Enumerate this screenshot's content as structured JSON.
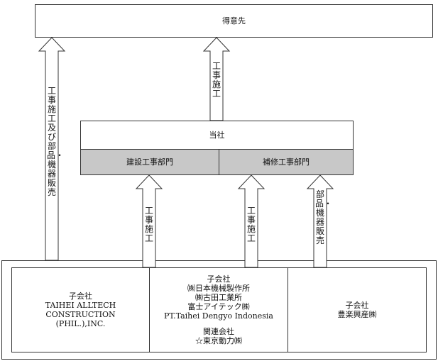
{
  "customer": "得意先",
  "company": {
    "name": "当社",
    "dept_construction": "建設工事部門",
    "dept_repair": "補修工事部門"
  },
  "arrows": {
    "left": "工事施工及び部品・機器販売",
    "top": "工事施工",
    "to_construction": "工事施工",
    "to_repair_construction": "工事施工",
    "to_repair_parts": "部品・機器販売"
  },
  "subsidiaries": {
    "left": {
      "heading": "子会社",
      "line1": "TAIHEI ALLTECH CONSTRUCTION",
      "line2": "(PHIL.),INC."
    },
    "middle": {
      "heading": "子会社",
      "line1": "㈱日本機械製作所",
      "line2": "㈱古田工業所",
      "line3": "富士アイテック㈱",
      "line4": "PT.Taihei Dengyo Indonesia",
      "affiliate_heading": "関連会社",
      "affiliate1": "☆東京動力㈱"
    },
    "right": {
      "heading": "子会社",
      "line1": "豊楽興産㈱"
    }
  }
}
